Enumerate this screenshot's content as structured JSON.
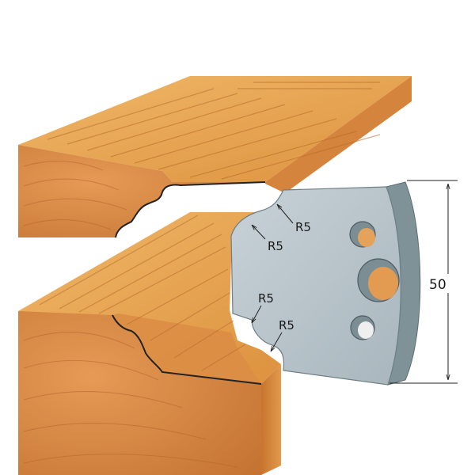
{
  "colors": {
    "background": "#ffffff",
    "wood_top": "#e9a451",
    "wood_side": "#cf7a35",
    "wood_end": "#d8864a",
    "wood_grain": "#b86a2c",
    "knife_face": "#b9c4cc",
    "knife_edge": "#7f9298",
    "line": "#222222"
  },
  "dimension": {
    "height_label": "50"
  },
  "radii": [
    "R5",
    "R5",
    "R5",
    "R5"
  ]
}
